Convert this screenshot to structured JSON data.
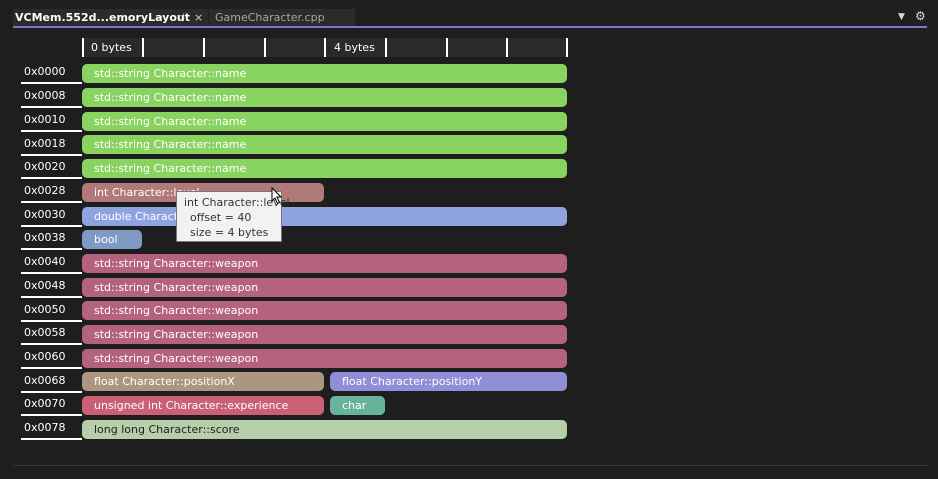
{
  "tabs": {
    "active": {
      "title": "VCMem.552d...emoryLayout",
      "pin": "⊣",
      "close": "×"
    },
    "inactive": {
      "title": "GameCharacter.cpp"
    }
  },
  "toolbar": {
    "dropdown_icon": "chevron-down-icon",
    "settings_icon": "gear-icon"
  },
  "ruler": {
    "label_left": "0 bytes",
    "label_mid": "4 bytes"
  },
  "rows": [
    {
      "offset": "0x0000"
    },
    {
      "offset": "0x0008"
    },
    {
      "offset": "0x0010"
    },
    {
      "offset": "0x0018"
    },
    {
      "offset": "0x0020"
    },
    {
      "offset": "0x0028"
    },
    {
      "offset": "0x0030"
    },
    {
      "offset": "0x0038"
    },
    {
      "offset": "0x0040"
    },
    {
      "offset": "0x0048"
    },
    {
      "offset": "0x0050"
    },
    {
      "offset": "0x0058"
    },
    {
      "offset": "0x0060"
    },
    {
      "offset": "0x0068"
    },
    {
      "offset": "0x0070"
    },
    {
      "offset": "0x0078"
    }
  ],
  "fields": [
    {
      "label": "std::string Character::name",
      "color": "#89d461"
    },
    {
      "label": "std::string Character::name",
      "color": "#89d461"
    },
    {
      "label": "std::string Character::name",
      "color": "#89d461"
    },
    {
      "label": "std::string Character::name",
      "color": "#89d461"
    },
    {
      "label": "std::string Character::name",
      "color": "#89d461"
    },
    {
      "label": "int Character::level",
      "color": "#b07a78"
    },
    {
      "label": "double Character::",
      "color": "#8fa3e0"
    },
    {
      "label": "bool",
      "color": "#7f9ac4"
    },
    {
      "label": "std::string Character::weapon",
      "color": "#b5627f"
    },
    {
      "label": "std::string Character::weapon",
      "color": "#b5627f"
    },
    {
      "label": "std::string Character::weapon",
      "color": "#b5627f"
    },
    {
      "label": "std::string Character::weapon",
      "color": "#b5627f"
    },
    {
      "label": "std::string Character::weapon",
      "color": "#b5627f"
    },
    {
      "label": "float Character::positionX",
      "color": "#ad9680"
    },
    {
      "label": "float Character::positionY",
      "color": "#8f8ed6"
    },
    {
      "label": "unsigned int Character::experience",
      "color": "#c96075"
    },
    {
      "label": "char",
      "color": "#68b39c"
    },
    {
      "label": "long long Character::score",
      "color": "#b6cfaa"
    }
  ],
  "tooltip": {
    "title": "int Character::level",
    "offset": "offset = 40",
    "size": "size = 4 bytes"
  }
}
